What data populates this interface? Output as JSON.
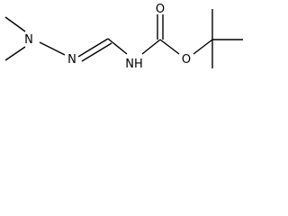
{
  "molecule": {
    "atoms": [
      {
        "id": "N_dimethylamino",
        "label": "N"
      },
      {
        "id": "N_imine",
        "label": "N"
      },
      {
        "id": "NH_carbamate",
        "label": "NH"
      },
      {
        "id": "O_carbonyl",
        "label": "O"
      },
      {
        "id": "O_ester",
        "label": "O"
      }
    ],
    "bond_color": "#000000",
    "text_color": "#000000"
  }
}
